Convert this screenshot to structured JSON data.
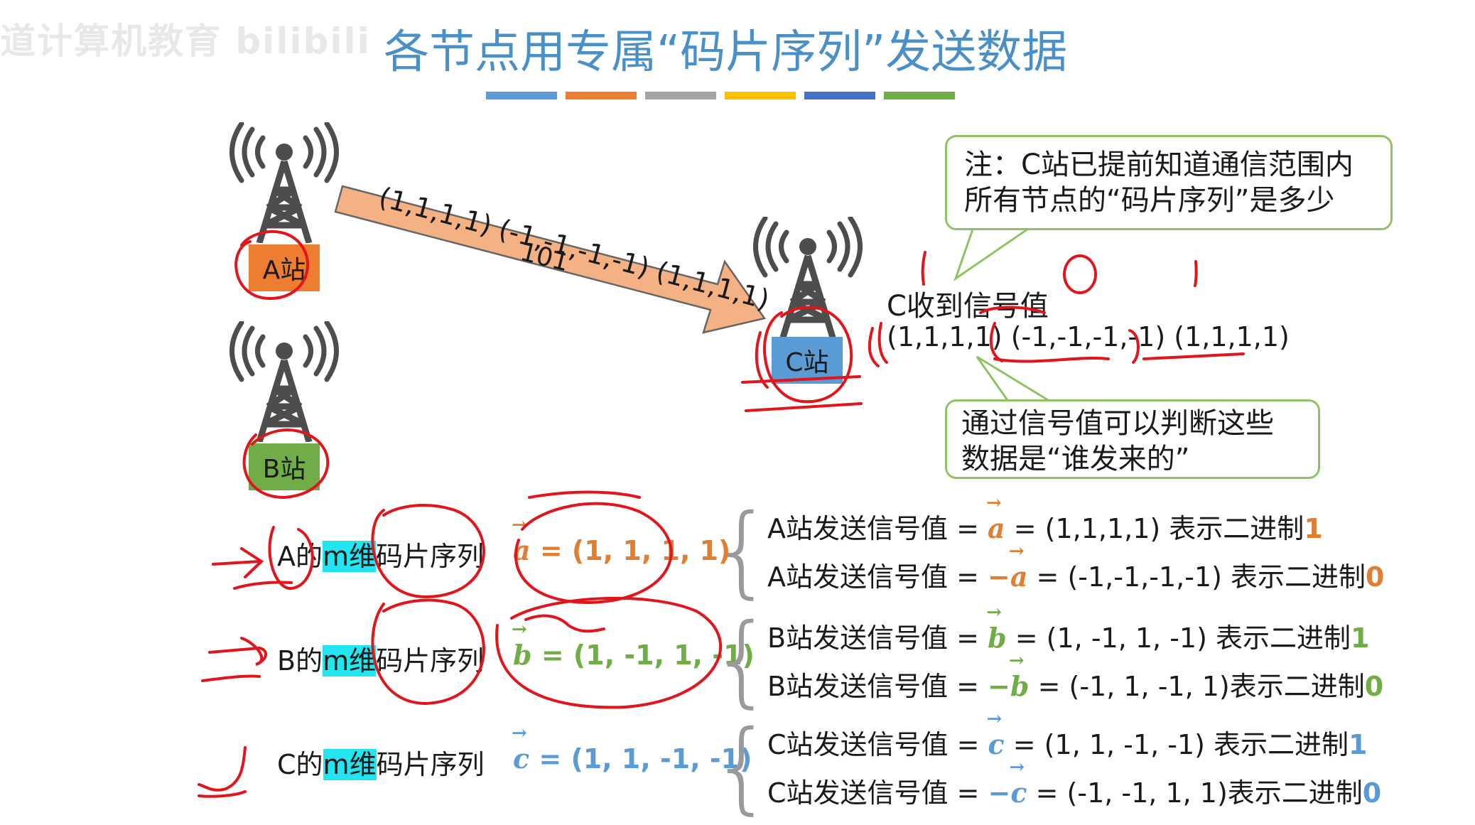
{
  "watermark": "道计算机教育 bilibili",
  "title": "各节点用专属“码片序列”发送数据",
  "colors": {
    "title": "#4a90c8",
    "bars": [
      "#5b9bd5",
      "#ed7d31",
      "#a5a5a5",
      "#ffc000",
      "#4472c4",
      "#70ad47"
    ],
    "station_a": "#ed7d31",
    "station_b": "#70ad47",
    "station_c": "#5b9bd5",
    "arrow": "#f4b183",
    "callout_border": "#8dc363",
    "highlight": "#22e5f0",
    "ink": "#e0161c"
  },
  "stations": {
    "a": "A站",
    "b": "B站",
    "c": "C站"
  },
  "transmission": {
    "sequence": "(1,1,1,1) (-1,-1,-1,-1) (1,1,1,1)",
    "bits": "101"
  },
  "note": {
    "line1": "注：C站已提前知道通信范围内",
    "line2": "所有节点的“码片序列”是多少"
  },
  "received": {
    "label": "C收到信号值",
    "seq1": "(1,1,1,1)",
    "seq2": "(-1,-1,-1,-1)",
    "seq3": "(1,1,1,1)"
  },
  "callout2": {
    "line1": "通过信号值可以判断这些",
    "line2": "数据是“谁发来的”"
  },
  "ink_marks": {
    "zero": "0",
    "one": "1"
  },
  "rows": [
    {
      "label_prefix": "A的",
      "label_m": "m维",
      "label_suffix": "码片序列",
      "vec": "a",
      "vector": "= (1, 1, 1, 1)",
      "send1": {
        "prefix": "A站发送信号值 = ",
        "vec": "a",
        "neg": "",
        "rest": " =  (1,1,1,1) 表示二进制",
        "bit": "1"
      },
      "send0": {
        "prefix": "A站发送信号值 = ",
        "vec": "a",
        "neg": "−",
        "rest": " = (-1,-1,-1,-1) 表示二进制",
        "bit": "0"
      }
    },
    {
      "label_prefix": "B的",
      "label_m": "m维",
      "label_suffix": "码片序列",
      "vec": "b",
      "vector": "= (1, -1, 1, -1)",
      "send1": {
        "prefix": "B站发送信号值 = ",
        "vec": "b",
        "neg": "",
        "rest": " = (1, -1, 1, -1) 表示二进制",
        "bit": "1"
      },
      "send0": {
        "prefix": "B站发送信号值 = ",
        "vec": "b",
        "neg": "−",
        "rest": " = (-1, 1, -1, 1)表示二进制",
        "bit": "0"
      }
    },
    {
      "label_prefix": "C的",
      "label_m": "m维",
      "label_suffix": "码片序列",
      "vec": "c",
      "vector": "= (1, 1, -1, -1)",
      "send1": {
        "prefix": "C站发送信号值 = ",
        "vec": "c",
        "neg": "",
        "rest": " = (1, 1, -1, -1) 表示二进制",
        "bit": "1"
      },
      "send0": {
        "prefix": "C站发送信号值 = ",
        "vec": "c",
        "neg": "−",
        "rest": " = (-1, -1, 1, 1)表示二进制",
        "bit": "0"
      }
    }
  ]
}
